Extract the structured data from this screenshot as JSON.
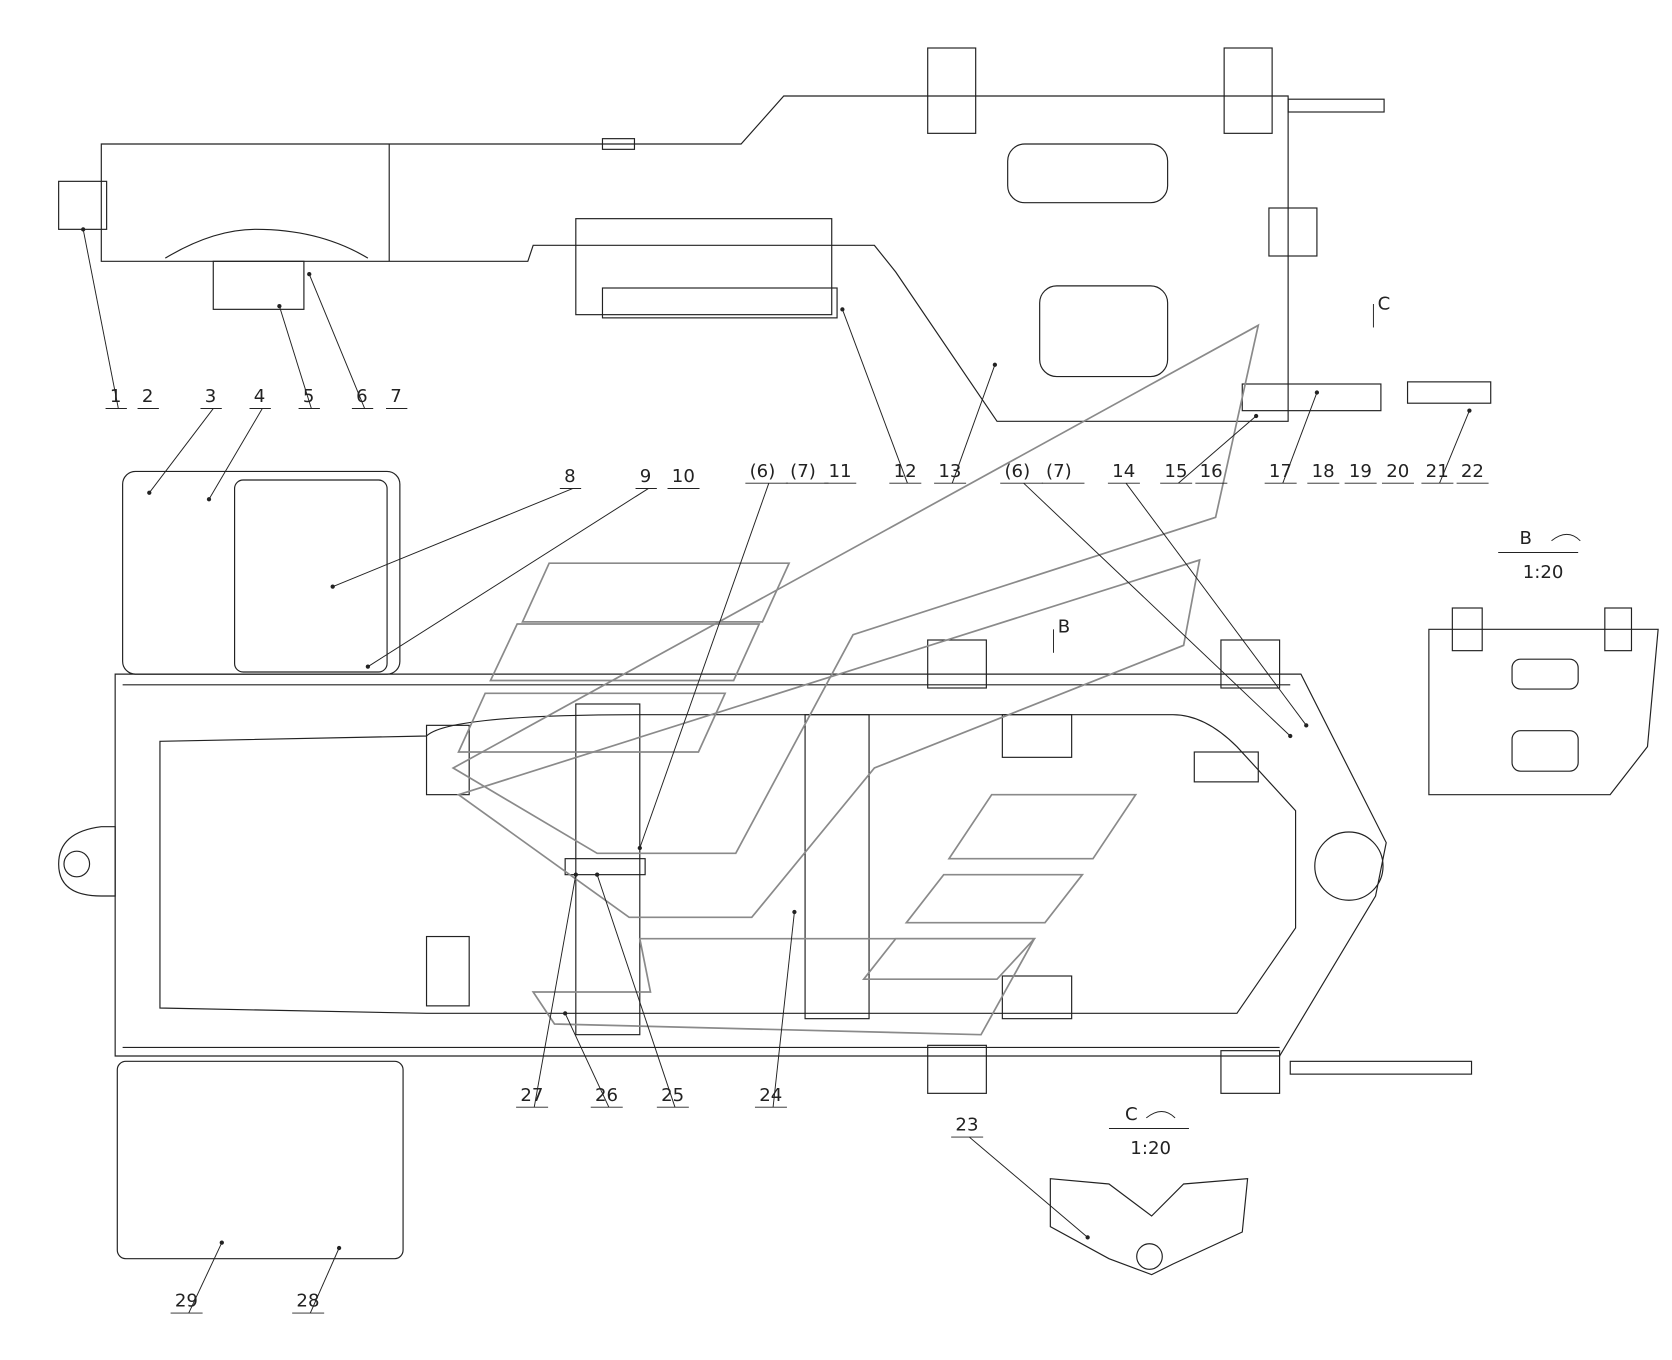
{
  "drawing": {
    "callouts": [
      "1",
      "2",
      "3",
      "4",
      "5",
      "6",
      "7",
      "8",
      "9",
      "10",
      "(6)",
      "(7)",
      "11",
      "12",
      "13",
      "(6)",
      "(7)",
      "14",
      "15",
      "16",
      "17",
      "18",
      "19",
      "20",
      "21",
      "22",
      "23",
      "24",
      "25",
      "26",
      "27",
      "28",
      "29"
    ],
    "views": {
      "b": {
        "letter": "B",
        "scale": "1:20"
      },
      "c": {
        "letter": "C",
        "scale": "1:20"
      }
    },
    "view_arrows": {
      "b": "B",
      "c": "C"
    }
  }
}
